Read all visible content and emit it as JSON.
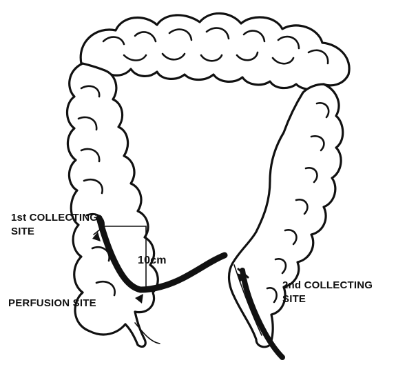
{
  "labels": {
    "first_site": [
      "1st COLLECTING",
      "SITE"
    ],
    "measure": "10cm",
    "perfusion": "PERFUSION SITE",
    "second_site": [
      "2nd COLLECTING",
      "SITE"
    ]
  },
  "colors": {
    "ink": "#111111",
    "paper": "#ffffff"
  }
}
